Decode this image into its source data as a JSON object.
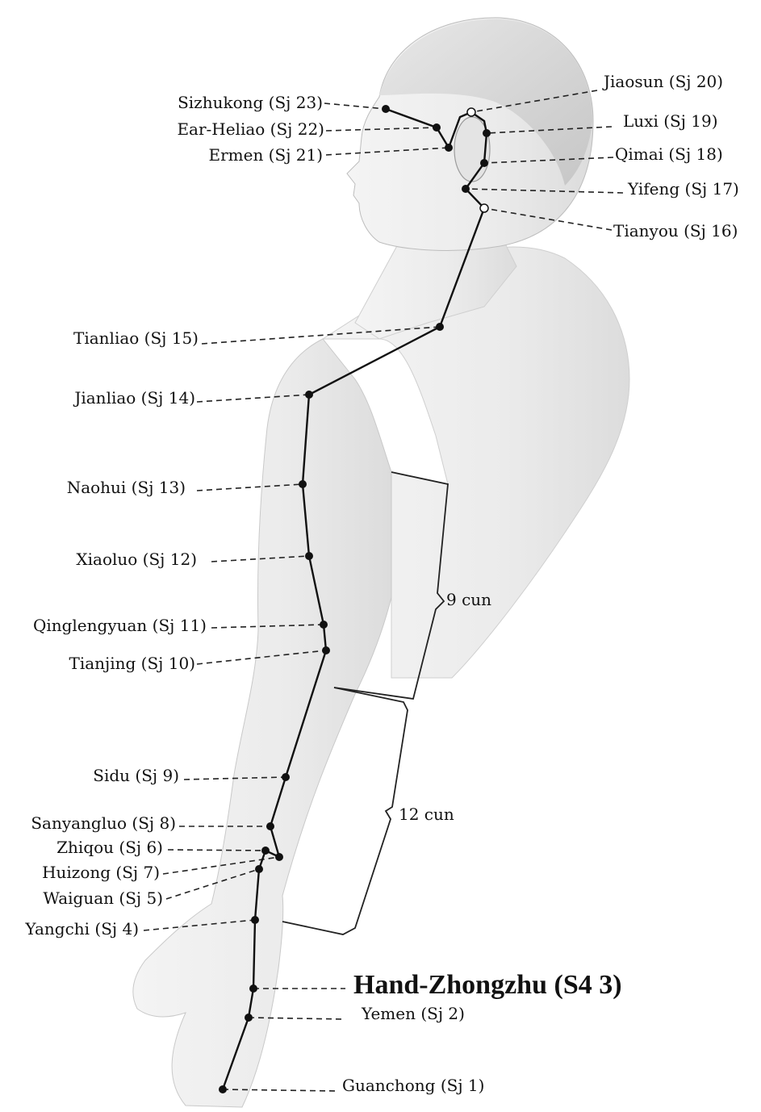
{
  "points": [
    {
      "id": "sj23",
      "label": "Sizhukong (Sj 23)"
    },
    {
      "id": "sj22",
      "label": "Ear-Heliao (Sj 22)"
    },
    {
      "id": "sj21",
      "label": "Ermen (Sj 21)"
    },
    {
      "id": "sj20",
      "label": "Jiaosun (Sj 20)"
    },
    {
      "id": "sj19",
      "label": "Luxi (Sj 19)"
    },
    {
      "id": "sj18",
      "label": "Qimai (Sj 18)"
    },
    {
      "id": "sj17",
      "label": "Yifeng (Sj 17)"
    },
    {
      "id": "sj16",
      "label": "Tianyou (Sj 16)"
    },
    {
      "id": "sj15",
      "label": "Tianliao (Sj 15)"
    },
    {
      "id": "sj14",
      "label": "Jianliao (Sj 14)"
    },
    {
      "id": "sj13",
      "label": "Naohui (Sj 13)"
    },
    {
      "id": "sj12",
      "label": "Xiaoluo (Sj 12)"
    },
    {
      "id": "sj11",
      "label": "Qinglengyuan (Sj 11)"
    },
    {
      "id": "sj10",
      "label": "Tianjing (Sj 10)"
    },
    {
      "id": "sj9",
      "label": "Sidu (Sj 9)"
    },
    {
      "id": "sj8",
      "label": "Sanyangluo (Sj 8)"
    },
    {
      "id": "sj6",
      "label": "Zhiqou (Sj 6)"
    },
    {
      "id": "sj7",
      "label": "Huizong (Sj 7)"
    },
    {
      "id": "sj5",
      "label": "Waiguan (Sj 5)"
    },
    {
      "id": "sj4",
      "label": "Yangchi (Sj 4)"
    },
    {
      "id": "sj3",
      "label": "Hand-Zhongzhu (S4 3)"
    },
    {
      "id": "sj2",
      "label": "Yemen (Sj 2)"
    },
    {
      "id": "sj1",
      "label": "Guanchong (Sj 1)"
    }
  ],
  "measures": {
    "upper_arm": "9 cun",
    "forearm": "12 cun"
  }
}
